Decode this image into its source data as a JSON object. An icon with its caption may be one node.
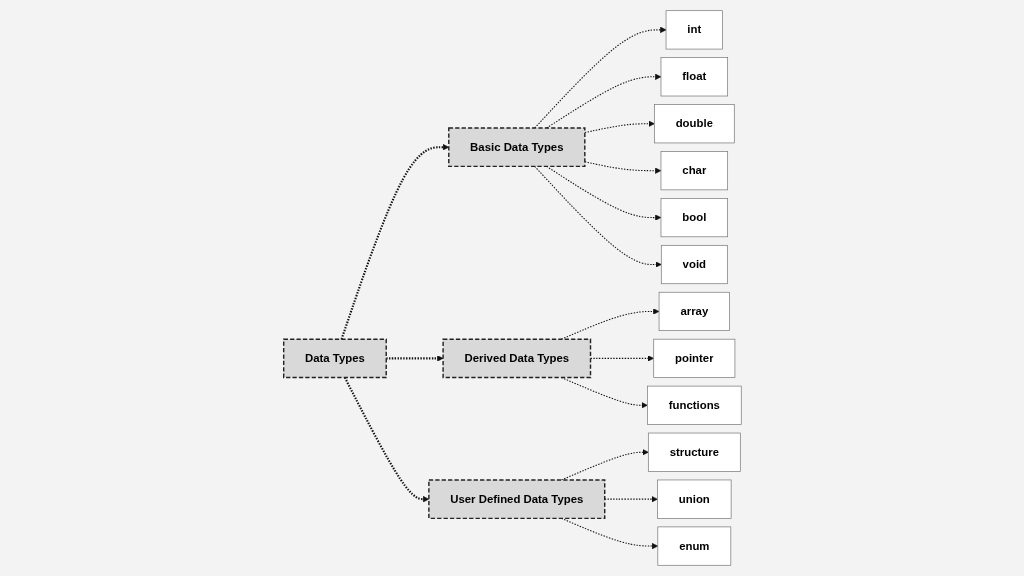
{
  "diagram": {
    "nodes": [
      {
        "text": [
          "Data Types"
        ]
      },
      {
        "text": [
          "Basic Data Types"
        ]
      },
      {
        "text": [
          "Derived Data Types"
        ]
      },
      {
        "text": [
          "User Defined Data Types"
        ]
      },
      {
        "text": [
          "int"
        ]
      },
      {
        "text": [
          "float"
        ]
      },
      {
        "text": [
          "double"
        ]
      },
      {
        "text": [
          "char"
        ]
      },
      {
        "text": [
          "bool"
        ]
      },
      {
        "text": [
          "void"
        ]
      },
      {
        "text": [
          "array"
        ]
      },
      {
        "text": [
          "pointer"
        ]
      },
      {
        "text": [
          "functions"
        ]
      },
      {
        "text": [
          "structure"
        ]
      },
      {
        "text": [
          "union"
        ]
      },
      {
        "text": [
          "enum"
        ]
      }
    ],
    "edges": [
      {
        "from": 0,
        "to": 1,
        "arrow": "to",
        "style": "dashed"
      },
      {
        "from": 0,
        "to": 2,
        "arrow": "to",
        "style": "dashed"
      },
      {
        "from": 0,
        "to": 3,
        "arrow": "to",
        "style": "dashed"
      },
      {
        "from": 1,
        "to": 4,
        "arrow": "to",
        "style": "dashed"
      },
      {
        "from": 1,
        "to": 5,
        "arrow": "to",
        "style": "dashed"
      },
      {
        "from": 1,
        "to": 6,
        "arrow": "to",
        "style": "dashed"
      },
      {
        "from": 1,
        "to": 7,
        "arrow": "to",
        "style": "dashed"
      },
      {
        "from": 1,
        "to": 8,
        "arrow": "to",
        "style": "dashed"
      },
      {
        "from": 1,
        "to": 9,
        "arrow": "to",
        "style": "dashed"
      },
      {
        "from": 2,
        "to": 10,
        "arrow": "to",
        "style": "dashed"
      },
      {
        "from": 2,
        "to": 11,
        "arrow": "to",
        "style": "dashed"
      },
      {
        "from": 2,
        "to": 12,
        "arrow": "to",
        "style": "dashed"
      },
      {
        "from": 3,
        "to": 13,
        "arrow": "to",
        "style": "dashed"
      },
      {
        "from": 3,
        "to": 14,
        "arrow": "to",
        "style": "dashed"
      },
      {
        "from": 3,
        "to": 15,
        "arrow": "to",
        "style": "dashed"
      }
    ]
  }
}
